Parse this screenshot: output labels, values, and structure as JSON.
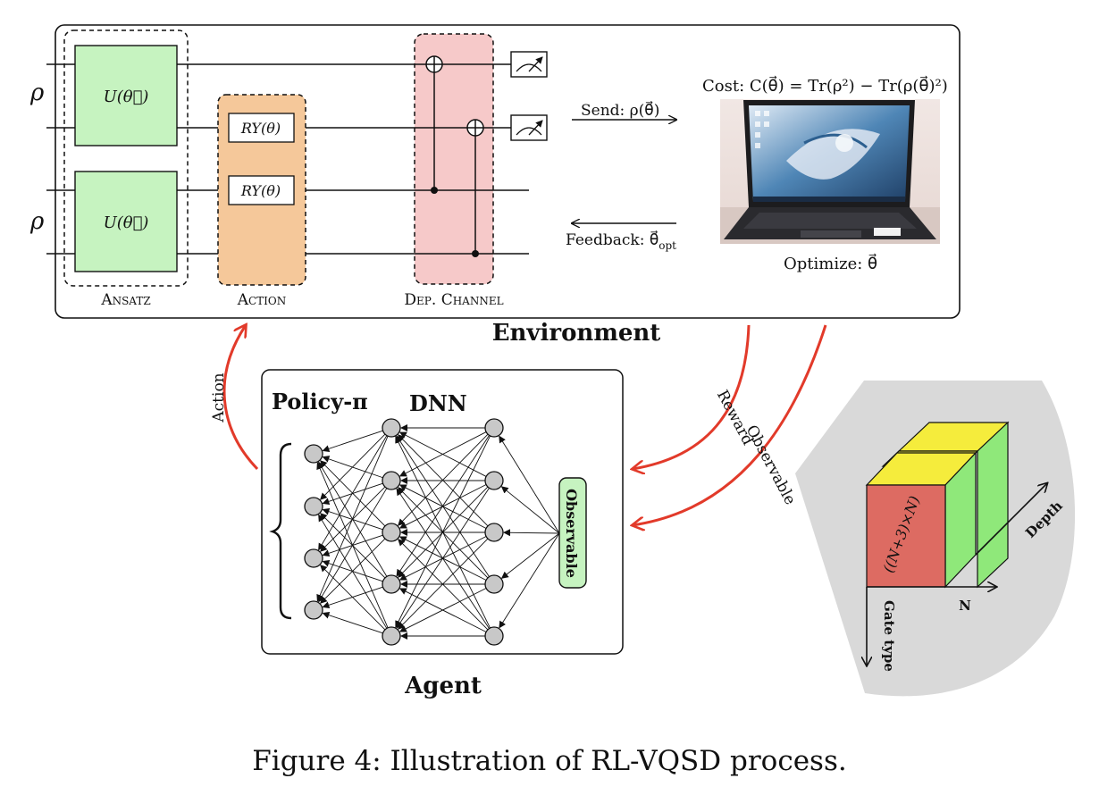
{
  "environment": {
    "title": "Environment",
    "rho_top": "ρ",
    "rho_bottom": "ρ",
    "ansatz_label": "Ansatz",
    "unitary_top": "U(θ⃗)",
    "unitary_bottom": "U(θ⃗)",
    "action_label": "Action",
    "ry_top": "RY(θ)",
    "ry_bottom": "RY(θ)",
    "channel_label": "Dep. Channel",
    "send_label": "Send: ρ(θ⃗)",
    "feedback_label": "Feedback: θ⃗",
    "feedback_subscript": "opt",
    "cost_label": "Cost: C(θ⃗) = Tr(ρ²) − Tr(ρ(θ⃗)²)",
    "optimize_label": "Optimize: θ⃗"
  },
  "agent": {
    "title": "Agent",
    "policy_label": "Policy-π",
    "dnn_label": "DNN",
    "observable_box": "Observable"
  },
  "arrows": {
    "action": "Action",
    "reward": "Reward",
    "observable": "Observable"
  },
  "tensor": {
    "face_label": "((N+3)×N)",
    "axis_n": "N",
    "axis_depth": "Depth",
    "axis_gate": "Gate type"
  },
  "caption": "Figure 4: Illustration of RL-VQSD process.",
  "colors": {
    "unitary_fill": "#c6f3c0",
    "action_fill": "#f5c89a",
    "channel_fill": "#f6c9c9",
    "arrow_red": "#e23a2a",
    "observable_fill": "#c6f3c0",
    "tensor_front": "#dd6b62",
    "tensor_top": "#f5ec3c",
    "tensor_side": "#8fe87a",
    "node_fill": "#c8c8c8"
  },
  "icons": [
    "measurement-meter-icon",
    "cnot-target-icon",
    "laptop-photo-icon"
  ]
}
